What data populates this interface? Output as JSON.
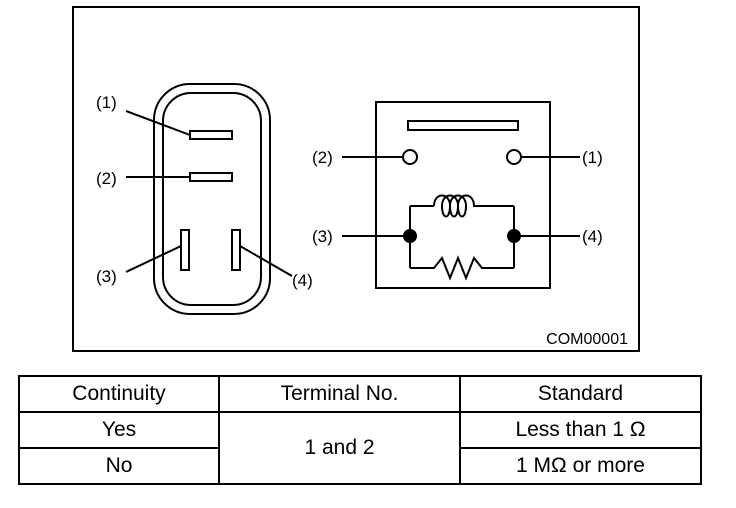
{
  "figure": {
    "code": "COM00001",
    "connector_labels": [
      "(1)",
      "(2)",
      "(3)",
      "(4)"
    ],
    "relay_labels": [
      "(1)",
      "(2)",
      "(3)",
      "(4)"
    ]
  },
  "table": {
    "headers": [
      "Continuity",
      "Terminal No.",
      "Standard"
    ],
    "rows": [
      {
        "continuity": "Yes",
        "terminal": "1 and 2",
        "standard": "Less than 1 Ω"
      },
      {
        "continuity": "No",
        "terminal": "1 and 2",
        "standard": "1 MΩ or more"
      }
    ]
  }
}
